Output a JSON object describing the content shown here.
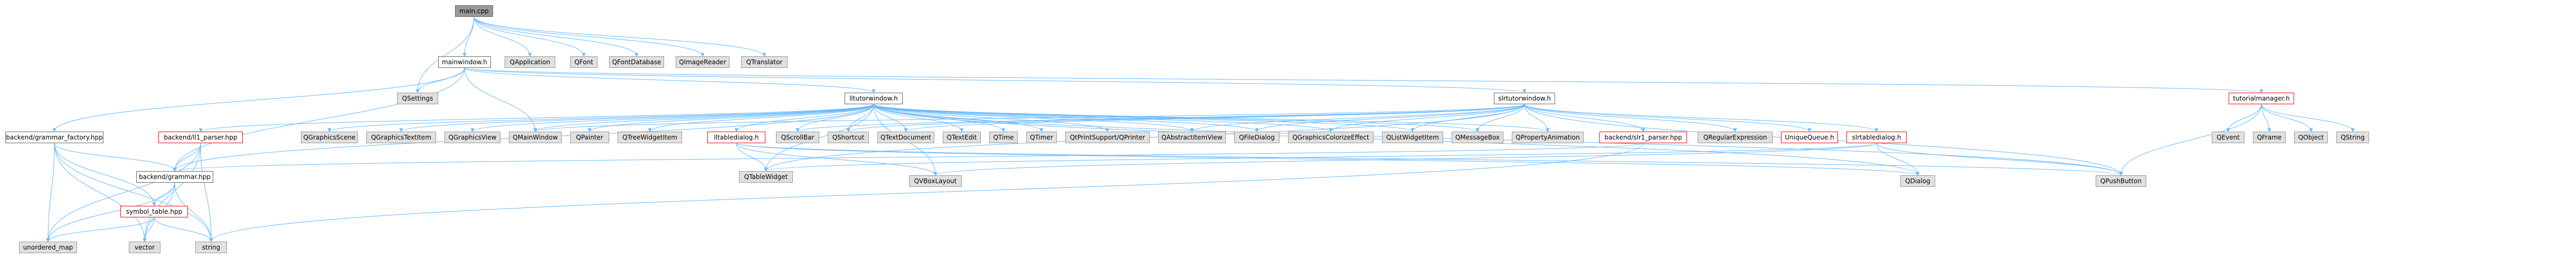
{
  "graph": {
    "title": "",
    "nodes": [
      {
        "id": "main_cpp",
        "label": "main.cpp",
        "kind": "root"
      },
      {
        "id": "mainwindow_h",
        "label": "mainwindow.h",
        "kind": "file"
      },
      {
        "id": "qapplication",
        "label": "QApplication",
        "kind": "system"
      },
      {
        "id": "qfont",
        "label": "QFont",
        "kind": "system"
      },
      {
        "id": "qfontdatabase",
        "label": "QFontDatabase",
        "kind": "system"
      },
      {
        "id": "qimagereader",
        "label": "QImageReader",
        "kind": "system"
      },
      {
        "id": "qtranslator",
        "label": "QTranslator",
        "kind": "system"
      },
      {
        "id": "qsettings",
        "label": "QSettings",
        "kind": "system"
      },
      {
        "id": "backend_grammar_factory_hpp",
        "label": "backend/grammar_factory.hpp",
        "kind": "file"
      },
      {
        "id": "lltutorwindow_h",
        "label": "lltutorwindow.h",
        "kind": "file"
      },
      {
        "id": "slrtutorwindow_h",
        "label": "slrtutorwindow.h",
        "kind": "file"
      },
      {
        "id": "tutorialmanager_h",
        "label": "tutorialmanager.h",
        "kind": "link"
      },
      {
        "id": "backend_ll1_parser_hpp",
        "label": "backend/ll1_parser.hpp",
        "kind": "link"
      },
      {
        "id": "qgraphicsscene",
        "label": "QGraphicsScene",
        "kind": "system"
      },
      {
        "id": "qgraphicstextitem",
        "label": "QGraphicsTextItem",
        "kind": "system"
      },
      {
        "id": "qgraphicsview",
        "label": "QGraphicsView",
        "kind": "system"
      },
      {
        "id": "qmainwindow",
        "label": "QMainWindow",
        "kind": "system"
      },
      {
        "id": "qpainter",
        "label": "QPainter",
        "kind": "system"
      },
      {
        "id": "qtreewidgetitem",
        "label": "QTreeWidgetItem",
        "kind": "system"
      },
      {
        "id": "lltabledialog_h",
        "label": "lltabledialog.h",
        "kind": "link"
      },
      {
        "id": "qscrollbar",
        "label": "QScrollBar",
        "kind": "system"
      },
      {
        "id": "qshortcut",
        "label": "QShortcut",
        "kind": "system"
      },
      {
        "id": "qtextdocument",
        "label": "QTextDocument",
        "kind": "system"
      },
      {
        "id": "qtextedit",
        "label": "QTextEdit",
        "kind": "system"
      },
      {
        "id": "qtime",
        "label": "QTime",
        "kind": "system"
      },
      {
        "id": "qtimer",
        "label": "QTimer",
        "kind": "system"
      },
      {
        "id": "qprintsupport_qprinter",
        "label": "QtPrintSupport/QPrinter",
        "kind": "system"
      },
      {
        "id": "qabstractitemview",
        "label": "QAbstractItemView",
        "kind": "system"
      },
      {
        "id": "qfiledialog",
        "label": "QFileDialog",
        "kind": "system"
      },
      {
        "id": "qgraphicscolorizeeffect",
        "label": "QGraphicsColorizeEffect",
        "kind": "system"
      },
      {
        "id": "qlistwidgetitem",
        "label": "QListWidgetItem",
        "kind": "system"
      },
      {
        "id": "qmessagebox",
        "label": "QMessageBox",
        "kind": "system"
      },
      {
        "id": "qpropertyanimation",
        "label": "QPropertyAnimation",
        "kind": "system"
      },
      {
        "id": "backend_slr1_parser_hpp",
        "label": "backend/slr1_parser.hpp",
        "kind": "link"
      },
      {
        "id": "qregularexpression",
        "label": "QRegularExpression",
        "kind": "system"
      },
      {
        "id": "uniquequeue_h",
        "label": "UniqueQueue.h",
        "kind": "link"
      },
      {
        "id": "slrtabledialog_h",
        "label": "slrtabledialog.h",
        "kind": "link"
      },
      {
        "id": "qevent",
        "label": "QEvent",
        "kind": "system"
      },
      {
        "id": "qframe",
        "label": "QFrame",
        "kind": "system"
      },
      {
        "id": "qobject",
        "label": "QObject",
        "kind": "system"
      },
      {
        "id": "qstring",
        "label": "QString",
        "kind": "system"
      },
      {
        "id": "backend_grammar_hpp",
        "label": "backend/grammar.hpp",
        "kind": "file"
      },
      {
        "id": "qtablewidget",
        "label": "QTableWidget",
        "kind": "system"
      },
      {
        "id": "qvboxlayout",
        "label": "QVBoxLayout",
        "kind": "system"
      },
      {
        "id": "qdialog",
        "label": "QDialog",
        "kind": "system"
      },
      {
        "id": "qpushbutton",
        "label": "QPushButton",
        "kind": "system"
      },
      {
        "id": "symbol_table_hpp",
        "label": "symbol_table.hpp",
        "kind": "link"
      },
      {
        "id": "unordered_map",
        "label": "unordered_map",
        "kind": "system"
      },
      {
        "id": "vector",
        "label": "vector",
        "kind": "system"
      },
      {
        "id": "string",
        "label": "string",
        "kind": "system"
      }
    ],
    "edges": [
      [
        "main_cpp",
        "mainwindow_h"
      ],
      [
        "main_cpp",
        "qapplication"
      ],
      [
        "main_cpp",
        "qfont"
      ],
      [
        "main_cpp",
        "qfontdatabase"
      ],
      [
        "main_cpp",
        "qimagereader"
      ],
      [
        "main_cpp",
        "qtranslator"
      ],
      [
        "main_cpp",
        "qsettings"
      ],
      [
        "mainwindow_h",
        "qsettings"
      ],
      [
        "mainwindow_h",
        "backend_grammar_factory_hpp"
      ],
      [
        "mainwindow_h",
        "lltutorwindow_h"
      ],
      [
        "mainwindow_h",
        "slrtutorwindow_h"
      ],
      [
        "mainwindow_h",
        "tutorialmanager_h"
      ],
      [
        "mainwindow_h",
        "qmainwindow"
      ],
      [
        "mainwindow_h",
        "backend_grammar_hpp"
      ],
      [
        "backend_grammar_factory_hpp",
        "backend_grammar_hpp"
      ],
      [
        "backend_grammar_factory_hpp",
        "symbol_table_hpp"
      ],
      [
        "backend_grammar_factory_hpp",
        "unordered_map"
      ],
      [
        "backend_grammar_factory_hpp",
        "vector"
      ],
      [
        "backend_grammar_factory_hpp",
        "string"
      ],
      [
        "lltutorwindow_h",
        "backend_ll1_parser_hpp"
      ],
      [
        "lltutorwindow_h",
        "qgraphicsscene"
      ],
      [
        "lltutorwindow_h",
        "qgraphicstextitem"
      ],
      [
        "lltutorwindow_h",
        "qgraphicsview"
      ],
      [
        "lltutorwindow_h",
        "qmainwindow"
      ],
      [
        "lltutorwindow_h",
        "qpainter"
      ],
      [
        "lltutorwindow_h",
        "qtreewidgetitem"
      ],
      [
        "lltutorwindow_h",
        "lltabledialog_h"
      ],
      [
        "lltutorwindow_h",
        "qscrollbar"
      ],
      [
        "lltutorwindow_h",
        "qshortcut"
      ],
      [
        "lltutorwindow_h",
        "qtextdocument"
      ],
      [
        "lltutorwindow_h",
        "qtextedit"
      ],
      [
        "lltutorwindow_h",
        "qtime"
      ],
      [
        "lltutorwindow_h",
        "qtimer"
      ],
      [
        "lltutorwindow_h",
        "qprintsupport_qprinter"
      ],
      [
        "lltutorwindow_h",
        "qabstractitemview"
      ],
      [
        "lltutorwindow_h",
        "qfiledialog"
      ],
      [
        "lltutorwindow_h",
        "qgraphicscolorizeeffect"
      ],
      [
        "lltutorwindow_h",
        "qlistwidgetitem"
      ],
      [
        "lltutorwindow_h",
        "qmessagebox"
      ],
      [
        "lltutorwindow_h",
        "qpropertyanimation"
      ],
      [
        "lltutorwindow_h",
        "backend_grammar_hpp"
      ],
      [
        "lltutorwindow_h",
        "qtablewidget"
      ],
      [
        "lltutorwindow_h",
        "qvboxlayout"
      ],
      [
        "lltutorwindow_h",
        "qdialog"
      ],
      [
        "lltutorwindow_h",
        "qpushbutton"
      ],
      [
        "slrtutorwindow_h",
        "backend_slr1_parser_hpp"
      ],
      [
        "slrtutorwindow_h",
        "qregularexpression"
      ],
      [
        "slrtutorwindow_h",
        "uniquequeue_h"
      ],
      [
        "slrtutorwindow_h",
        "slrtabledialog_h"
      ],
      [
        "slrtutorwindow_h",
        "qscrollbar"
      ],
      [
        "slrtutorwindow_h",
        "qshortcut"
      ],
      [
        "slrtutorwindow_h",
        "qtextdocument"
      ],
      [
        "slrtutorwindow_h",
        "qabstractitemview"
      ],
      [
        "slrtutorwindow_h",
        "qfiledialog"
      ],
      [
        "slrtutorwindow_h",
        "qgraphicscolorizeeffect"
      ],
      [
        "slrtutorwindow_h",
        "qlistwidgetitem"
      ],
      [
        "slrtutorwindow_h",
        "qmessagebox"
      ],
      [
        "slrtutorwindow_h",
        "qpropertyanimation"
      ],
      [
        "slrtutorwindow_h",
        "qtablewidget"
      ],
      [
        "slrtutorwindow_h",
        "qpushbutton"
      ],
      [
        "slrtutorwindow_h",
        "qmainwindow"
      ],
      [
        "tutorialmanager_h",
        "qevent"
      ],
      [
        "tutorialmanager_h",
        "qframe"
      ],
      [
        "tutorialmanager_h",
        "qobject"
      ],
      [
        "tutorialmanager_h",
        "qstring"
      ],
      [
        "tutorialmanager_h",
        "qpushbutton"
      ],
      [
        "backend_ll1_parser_hpp",
        "backend_grammar_hpp"
      ],
      [
        "backend_ll1_parser_hpp",
        "unordered_map"
      ],
      [
        "backend_ll1_parser_hpp",
        "vector"
      ],
      [
        "backend_ll1_parser_hpp",
        "string"
      ],
      [
        "lltabledialog_h",
        "qtablewidget"
      ],
      [
        "lltabledialog_h",
        "qvboxlayout"
      ],
      [
        "lltabledialog_h",
        "qdialog"
      ],
      [
        "lltabledialog_h",
        "qpushbutton"
      ],
      [
        "backend_slr1_parser_hpp",
        "backend_grammar_hpp"
      ],
      [
        "backend_slr1_parser_hpp",
        "string"
      ],
      [
        "slrtabledialog_h",
        "qtablewidget"
      ],
      [
        "slrtabledialog_h",
        "qvboxlayout"
      ],
      [
        "slrtabledialog_h",
        "qdialog"
      ],
      [
        "slrtabledialog_h",
        "qpushbutton"
      ],
      [
        "backend_grammar_hpp",
        "symbol_table_hpp"
      ],
      [
        "backend_grammar_hpp",
        "unordered_map"
      ],
      [
        "backend_grammar_hpp",
        "vector"
      ],
      [
        "backend_grammar_hpp",
        "string"
      ],
      [
        "symbol_table_hpp",
        "unordered_map"
      ],
      [
        "symbol_table_hpp",
        "vector"
      ],
      [
        "symbol_table_hpp",
        "string"
      ]
    ]
  },
  "colors": {
    "root_fill": "#999999",
    "file_fill": "#ffffff",
    "system_fill": "#e0e0e0",
    "link_border": "#ff0000",
    "edge": "#63b8ff"
  }
}
